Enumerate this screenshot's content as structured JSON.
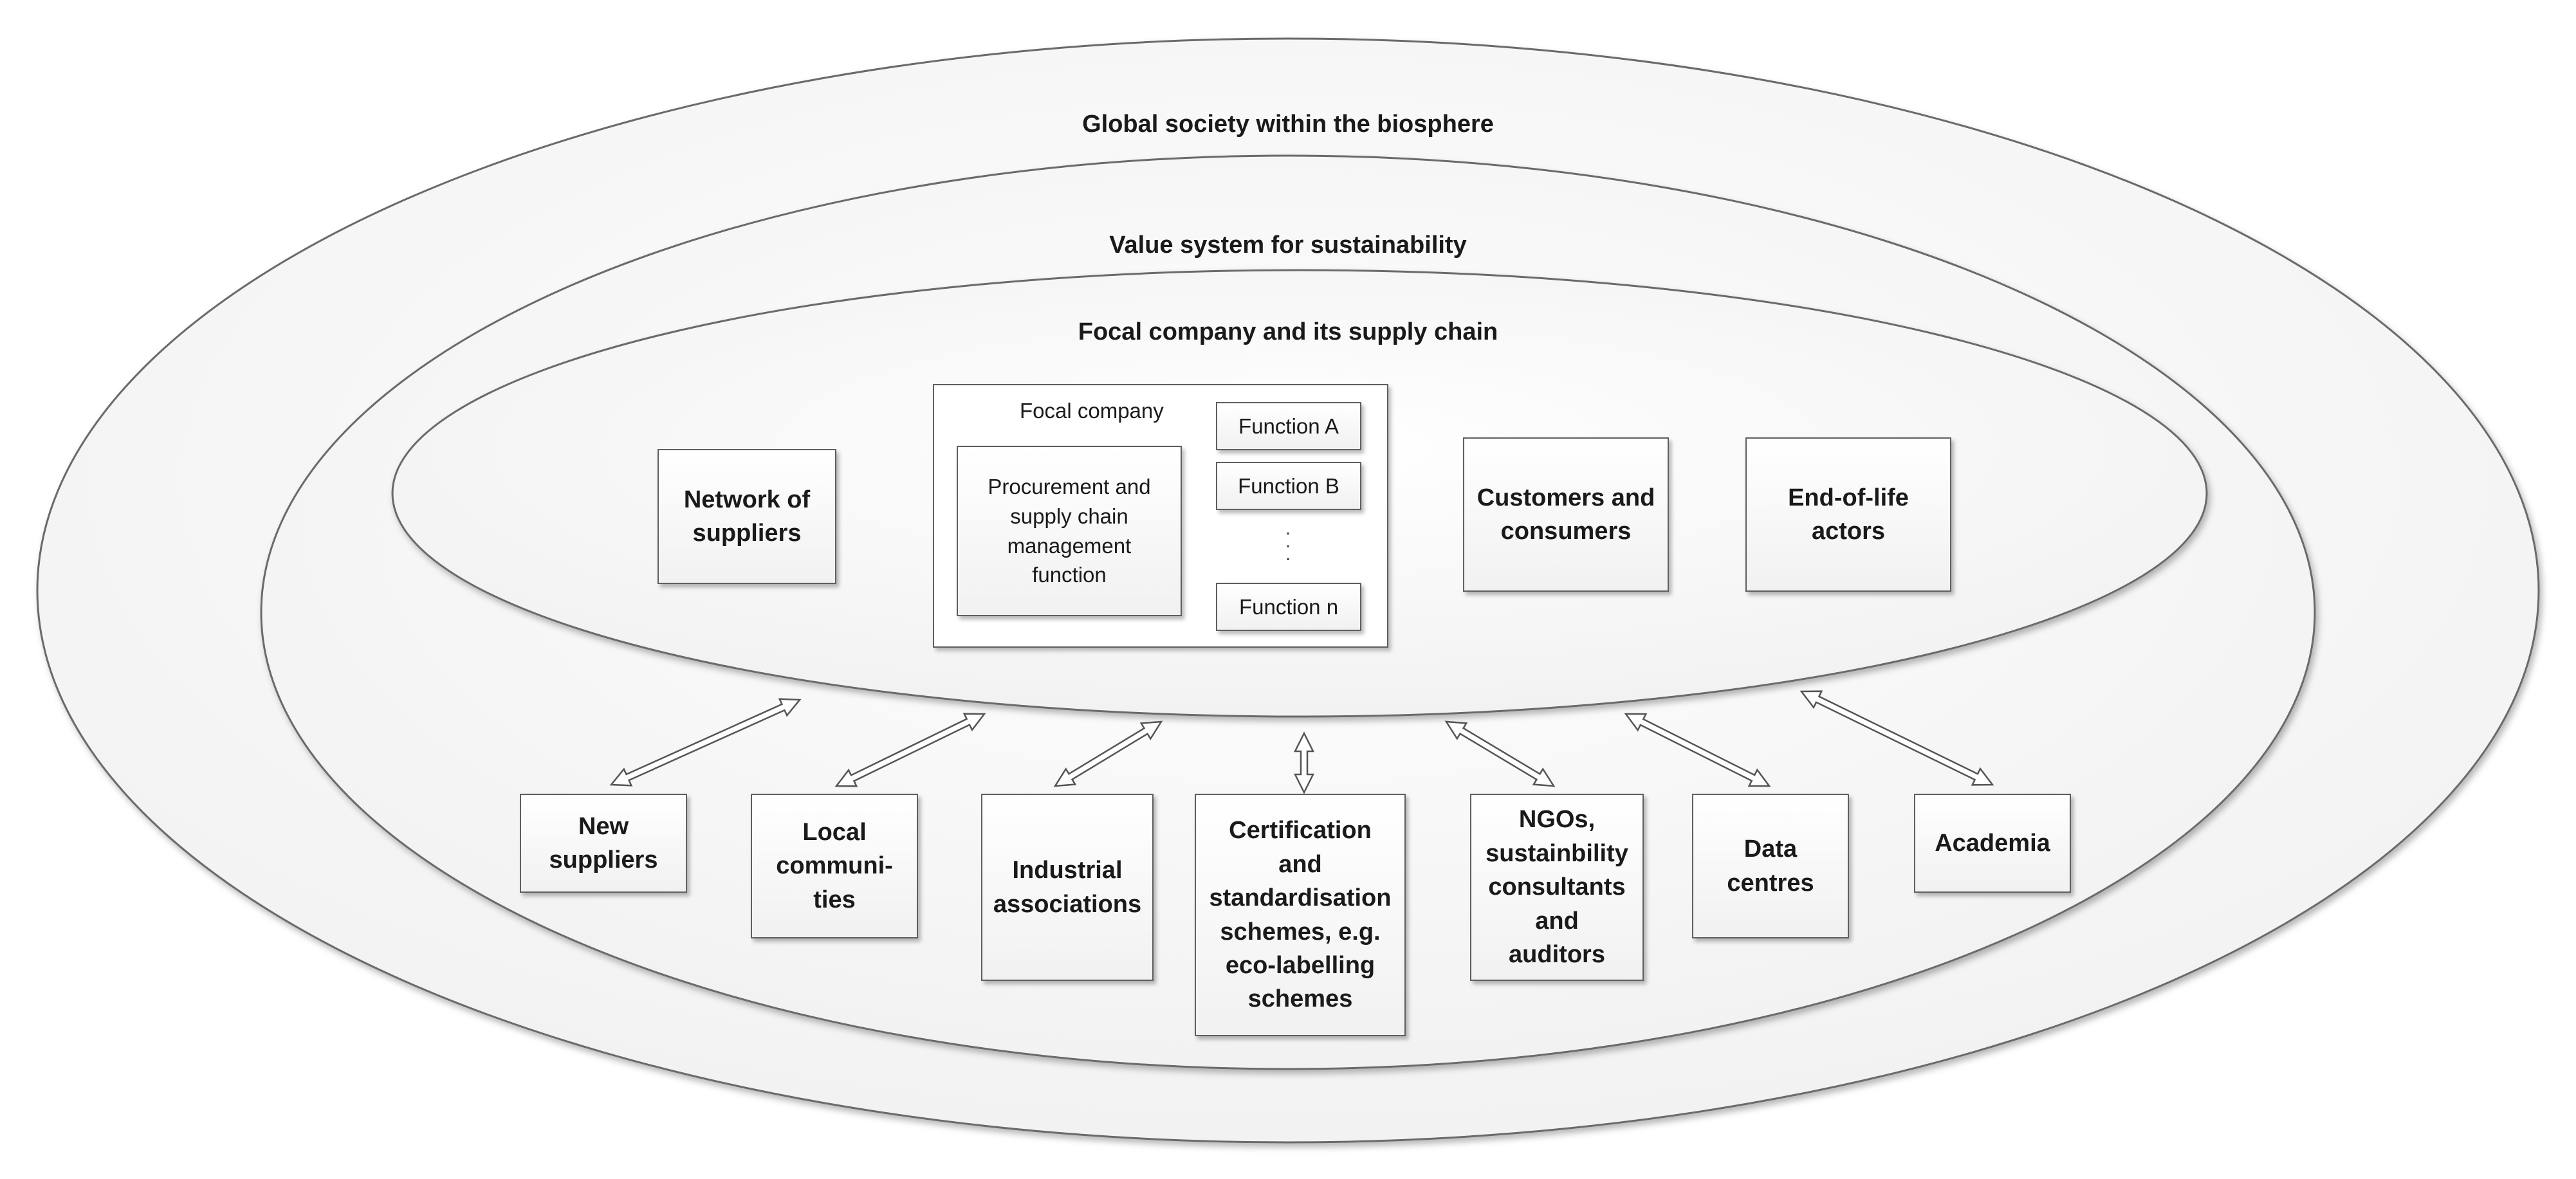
{
  "rings": {
    "outer_label": "Global society within the biosphere",
    "middle_label": "Value system for sustainability",
    "inner_label": "Focal company and its supply chain"
  },
  "supply_chain": {
    "network_of_suppliers": "Network of\nsuppliers",
    "focal_company": {
      "title": "Focal company",
      "procurement": "Procurement and\nsupply chain\nmanagement\nfunction",
      "functions": [
        "Function A",
        "Function B",
        "Function n"
      ],
      "ellipsis": ".\n.\n."
    },
    "customers": "Customers and\nconsumers",
    "end_of_life": "End-of-life\nactors"
  },
  "stakeholders": [
    "New\nsuppliers",
    "Local\ncommuni-\nties",
    "Industrial\nassociations",
    "Certification\nand\nstandardisation\nschemes, e.g.\neco-labelling\nschemes",
    "NGOs,\nsustainbility\nconsultants\nand\nauditors",
    "Data\ncentres",
    "Academia"
  ],
  "colors": {
    "ring_stroke": "#6a6a6a",
    "box_border": "#5f5f5f",
    "arrow_fill": "#ffffff",
    "text": "#1a1a1a"
  }
}
